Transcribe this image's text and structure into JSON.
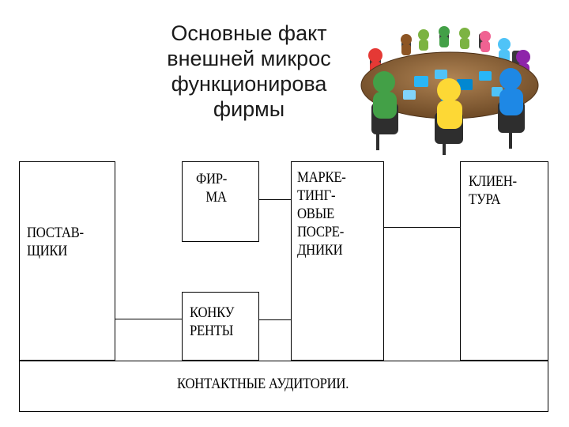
{
  "title": {
    "lines": [
      "Основные факт",
      "внешней микрос",
      "функционирова",
      "фирмы"
    ]
  },
  "boxes": {
    "suppliers": [
      "ПОСТАВ-",
      "ЩИКИ"
    ],
    "firm": [
      "ФИР-",
      "МА"
    ],
    "competitors": [
      "КОНКУ",
      "РЕНТЫ"
    ],
    "intermediaries": [
      "МАРКЕ-",
      "ТИНГ-",
      "ОВЫЕ",
      "ПОСРЕ-",
      "ДНИКИ"
    ],
    "clients": [
      "КЛИЕН-",
      "ТУРА"
    ],
    "audiences": "КОНТАКТНЫЕ АУДИТОРИИ."
  },
  "illustration": {
    "icon": "people-at-round-table-icon",
    "colors": [
      "#e53935",
      "#43a047",
      "#fdd835",
      "#1e88e5",
      "#8e24aa",
      "#fb8c00",
      "#00acc1",
      "#7cb342"
    ]
  }
}
